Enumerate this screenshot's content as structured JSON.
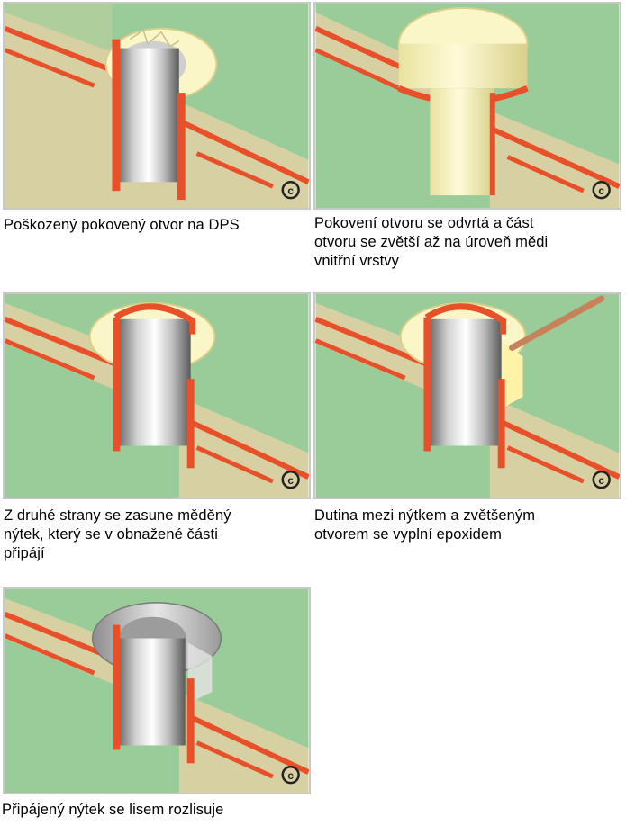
{
  "colors": {
    "board_green": "#99cc99",
    "laminate": "#d6d0a2",
    "copper": "#e8502a",
    "copper_dark": "#b83a1a",
    "frame_border": "#c8c8c8",
    "epoxy": "#fff3a8",
    "silver": "#d8d8d8"
  },
  "steps": [
    {
      "caption": "Poškozený pokovený otvor na DPS",
      "icon": "copyright-icon"
    },
    {
      "caption": "Pokovení otvoru se odvrtá a část\notvoru se zvětší až na úroveň mědi\nvnitřní vrstvy",
      "icon": "copyright-icon"
    },
    {
      "caption": "Z druhé strany se zasune měděný\nnýtek, který se v obnažené části\npřipájí",
      "icon": "copyright-icon"
    },
    {
      "caption": "Dutina mezi nýtkem a zvětšeným\notvorem se vyplní epoxidem",
      "icon": "copyright-icon"
    },
    {
      "caption": "Připájený nýtek se lisem rozlisuje",
      "icon": "copyright-icon"
    }
  ]
}
